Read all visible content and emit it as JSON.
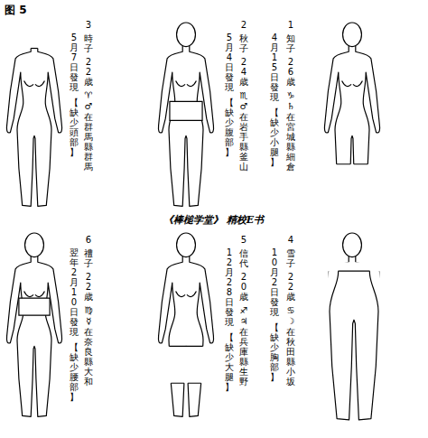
{
  "diagram": {
    "title": "图 5",
    "labels": [
      "1",
      "知子",
      "26歳",
      "♑",
      "♄",
      "在宮城縣細倉",
      "4月15日發現",
      "【缺少小腿】",
      "2",
      "秋子",
      "24歳",
      "♏",
      "♂",
      "在岩手縣釜山",
      "5月4日發現",
      "【缺少腹部】",
      "3",
      "時子",
      "22歳",
      "♈",
      "♂",
      "在群馬縣群馬",
      "5月7日發現",
      "【缺少頭部】",
      "4",
      "雪子",
      "22歳",
      "♋",
      "☽",
      "在秋田縣小坂",
      "10月2日發現",
      "【缺少胸部】",
      "5",
      "信代",
      "20歳",
      "♐",
      "♃",
      "在兵庫縣生野",
      "12月28日發現",
      "【缺少大腿】",
      "6",
      "禮子",
      "22歳",
      "♍",
      "☿",
      "在奈良縣大和",
      "翌年2月10日發現",
      "【缺少腰部】",
      "《棒槌学堂》 精校E书"
    ]
  }
}
